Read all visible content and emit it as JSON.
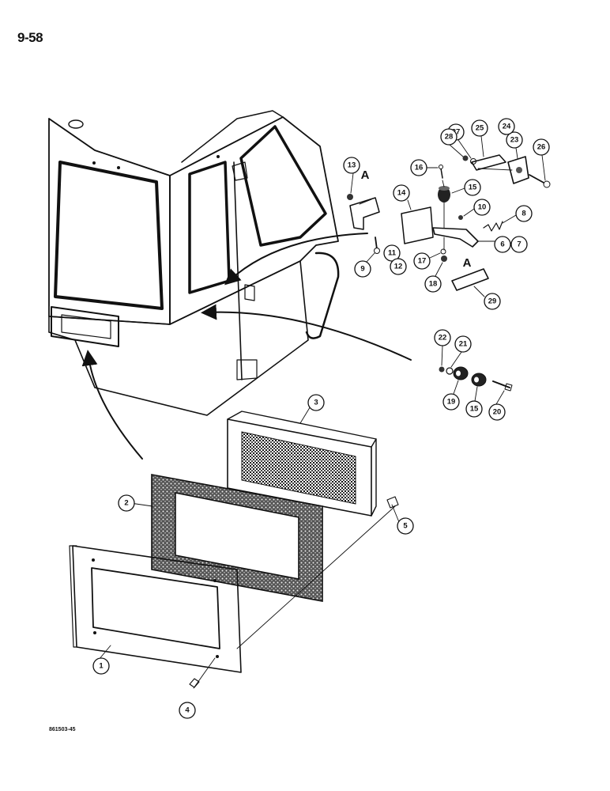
{
  "page_number": "9-58",
  "figure_code": "861503-45",
  "detail_marks": [
    "A",
    "A"
  ],
  "callouts": [
    "1",
    "2",
    "3",
    "4",
    "5",
    "6",
    "7",
    "8",
    "9",
    "10",
    "11",
    "12",
    "13",
    "14",
    "15",
    "15",
    "16",
    "17",
    "18",
    "19",
    "20",
    "21",
    "22",
    "23",
    "24",
    "25",
    "26",
    "27",
    "28",
    "29"
  ]
}
